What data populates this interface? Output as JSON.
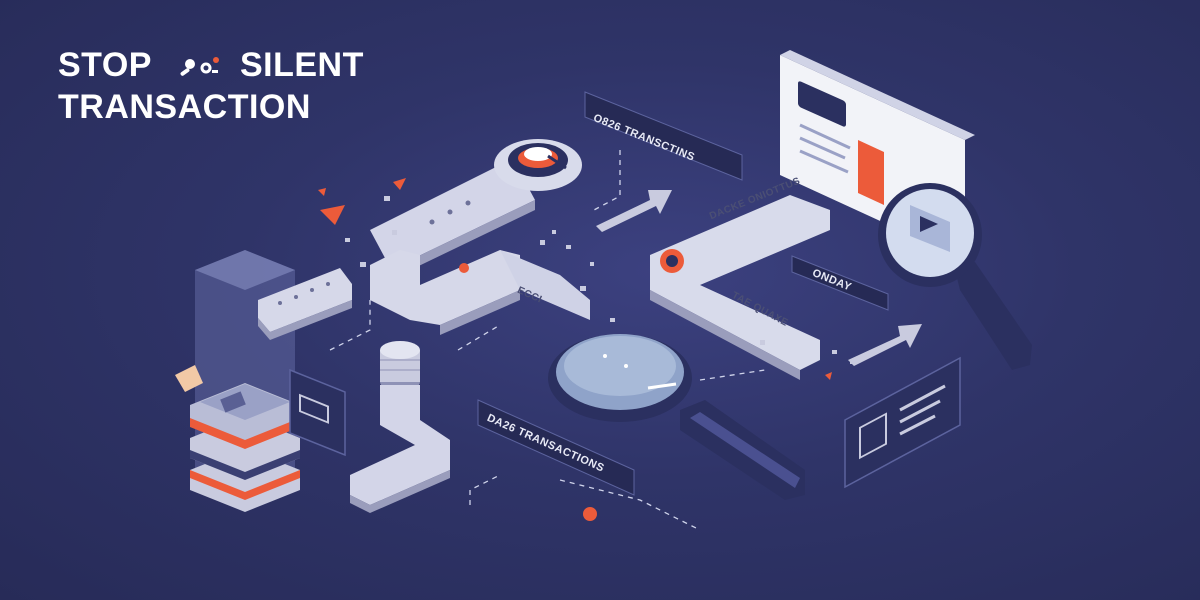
{
  "headline": {
    "line1_left": "STOP",
    "line1_right": "SILENT",
    "line2": "TRANSACTION",
    "icon": "broken-link-icon"
  },
  "labels": {
    "top_banner": "O826 TRANSCTINS",
    "right_pipe": "DACKE ONIOTTUS",
    "day_badge": "ONDAY",
    "lower_pipe": "TAE QUAXE",
    "center_pipe": "ECCI",
    "bottom_banner": "DA26 TRANSACTIONS"
  },
  "colors": {
    "background": "#2f3468",
    "pipe": "#c9cbdf",
    "accent": "#ec5b3a",
    "panel": "#2b3060",
    "lens": "#8fa3c9"
  }
}
